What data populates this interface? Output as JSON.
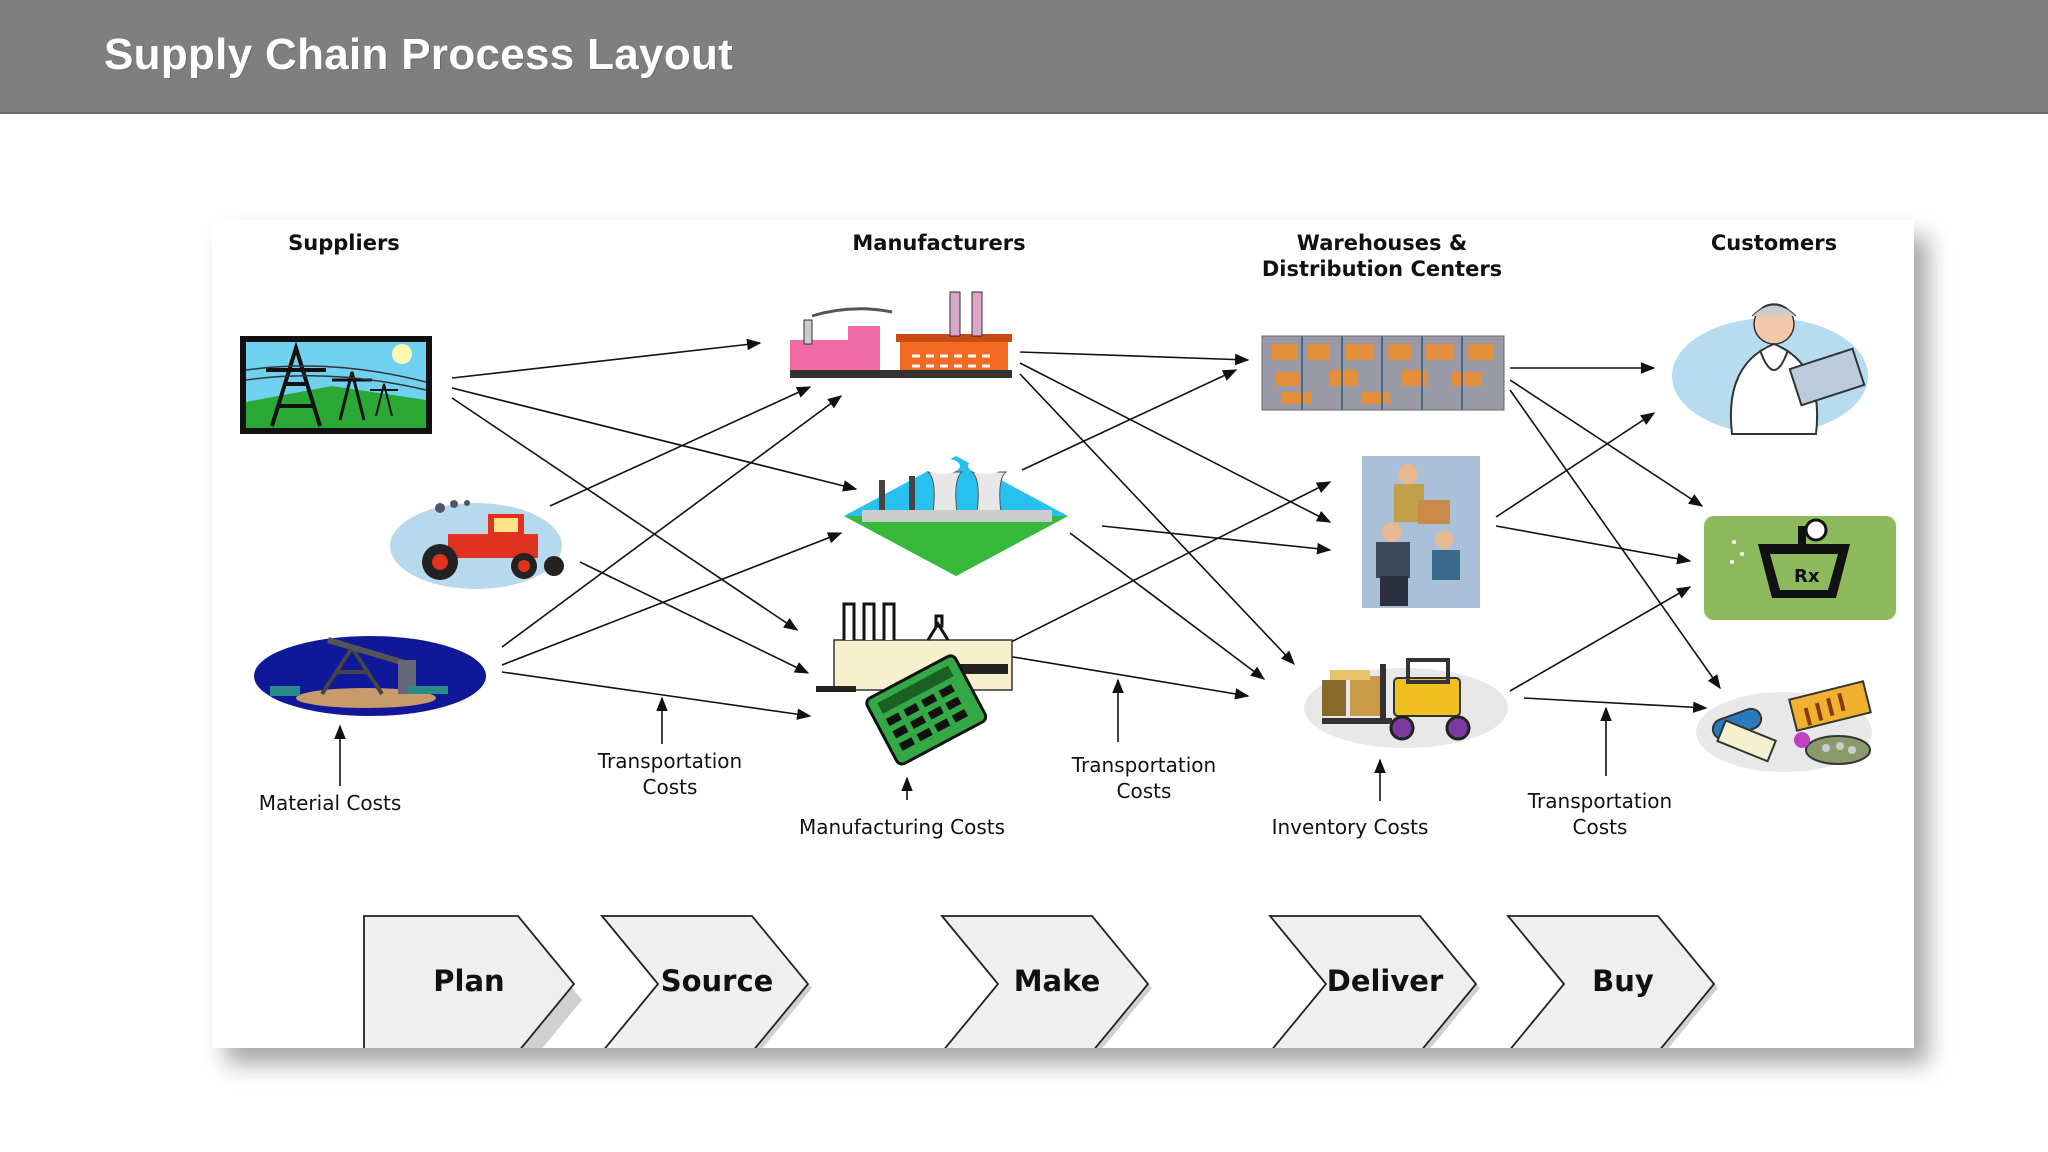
{
  "header": {
    "title": "Supply Chain Process Layout"
  },
  "columns": {
    "suppliers": "Suppliers",
    "manufacturers": "Manufacturers",
    "warehouses": "Warehouses &\nDistribution Centers",
    "customers": "Customers"
  },
  "costs": {
    "material": "Material Costs",
    "transport_1": "Transportation\nCosts",
    "manufacturing": "Manufacturing Costs",
    "transport_2": "Transportation\nCosts",
    "inventory": "Inventory Costs",
    "transport_3": "Transportation\nCosts"
  },
  "process_steps": [
    "Plan",
    "Source",
    "Make",
    "Deliver",
    "Buy"
  ],
  "icons": {
    "supplier_1": "power-tower-icon",
    "supplier_2": "tractor-icon",
    "supplier_3": "oil-pump-icon",
    "manufacturer_1": "factory-icon",
    "manufacturer_2": "power-plant-icon",
    "manufacturer_3": "calculator-factory-icon",
    "warehouse_1": "warehouse-shelves-icon",
    "warehouse_2": "workers-icon",
    "warehouse_3": "forklift-icon",
    "customer_1": "doctor-icon",
    "customer_2": "pharmacy-icon",
    "customer_3": "medicine-icon"
  },
  "colors": {
    "title_bar": "#7f7f7f",
    "chevron_fill": "#efefef",
    "arrow": "#111111"
  }
}
